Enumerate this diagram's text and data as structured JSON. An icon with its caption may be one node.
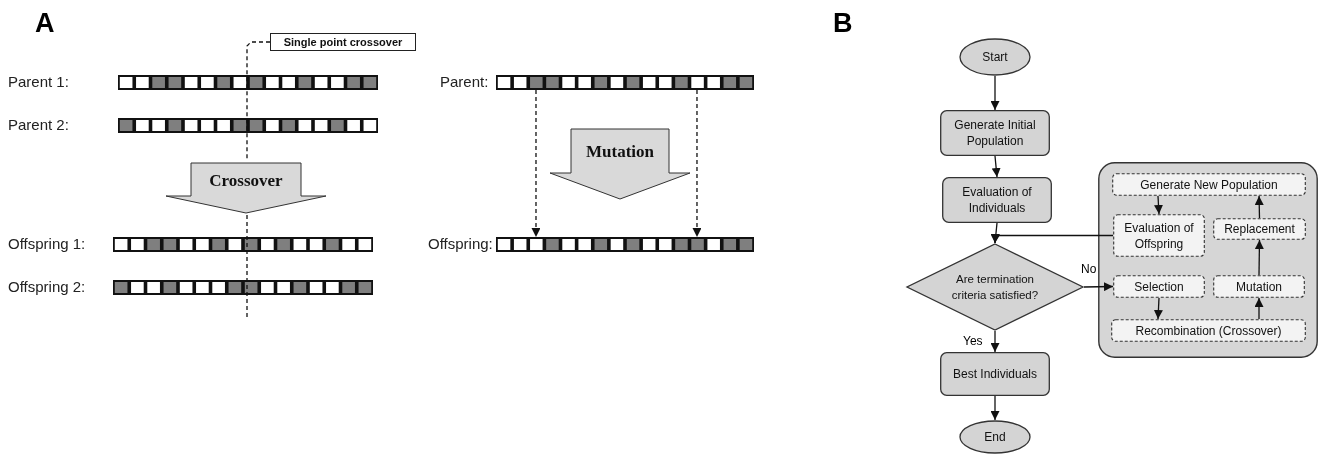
{
  "diagram": {
    "nodes": [
      {
        "text": [
          "Single point crossover"
        ]
      },
      {
        "text": [],
        "shape": "bar",
        "beside": [
          "Parent 1:"
        ]
      },
      {
        "text": [],
        "shape": "bar",
        "beside": [
          "Parent 2:"
        ]
      },
      {
        "text": [],
        "shape": "bar",
        "beside": [
          "Offspring 1:"
        ]
      },
      {
        "text": [],
        "shape": "bar",
        "beside": [
          "Offspring 2:"
        ]
      },
      {
        "text": [],
        "shape": "bar",
        "beside": [
          "Parent:"
        ]
      },
      {
        "text": [],
        "shape": "bar",
        "beside": [
          "Offspring:"
        ]
      },
      {
        "text": [
          "Start"
        ]
      },
      {
        "text": [
          "Generate Initial Population"
        ]
      },
      {
        "text": [
          "Evaluation of Individuals"
        ]
      },
      {
        "text": [
          "Are termination criteria satisfied?"
        ]
      },
      {
        "text": [
          "Best Individuals"
        ]
      },
      {
        "text": [
          "End"
        ]
      },
      {
        "text": [],
        "shape": "box"
      },
      {
        "text": [
          "Generate New Population"
        ],
        "in": 13
      },
      {
        "text": [
          "Evaluation of Offspring"
        ],
        "in": 13
      },
      {
        "text": [
          "Replacement"
        ],
        "in": 13
      },
      {
        "text": [
          "Selection"
        ],
        "in": 13
      },
      {
        "text": [
          "Mutation"
        ],
        "in": 13
      },
      {
        "text": [
          "Recombination (Crossover)"
        ],
        "in": 13
      }
    ],
    "edges": [
      {
        "from": 0,
        "to": null,
        "arrow": "none",
        "style": "dashed"
      },
      {
        "from": 2,
        "to": 3,
        "arrow": "to",
        "style": "thick",
        "label": "Crossover"
      },
      {
        "from": 5,
        "to": 6,
        "arrow": "to",
        "style": "dashed"
      },
      {
        "from": 5,
        "to": 6,
        "arrow": "to",
        "style": "dashed"
      },
      {
        "from": 5,
        "to": 6,
        "arrow": "to",
        "style": "thick",
        "label": "Mutation"
      },
      {
        "from": 7,
        "to": 8,
        "arrow": "to"
      },
      {
        "from": 8,
        "to": 9,
        "arrow": "to"
      },
      {
        "from": 9,
        "to": 10,
        "arrow": "to"
      },
      {
        "from": 10,
        "to": 11,
        "arrow": "to",
        "label": "Yes"
      },
      {
        "from": 11,
        "to": 12,
        "arrow": "to"
      },
      {
        "from": 10,
        "to": 17,
        "arrow": "to",
        "label": "No"
      },
      {
        "from": 17,
        "to": 19,
        "arrow": "to"
      },
      {
        "from": 19,
        "to": 18,
        "arrow": "to"
      },
      {
        "from": 18,
        "to": 16,
        "arrow": "to"
      },
      {
        "from": 16,
        "to": 14,
        "arrow": "to"
      },
      {
        "from": 14,
        "to": 15,
        "arrow": "to"
      },
      {
        "from": 15,
        "to": 10,
        "arrow": "to"
      }
    ],
    "labels": [
      "A",
      "B"
    ]
  }
}
